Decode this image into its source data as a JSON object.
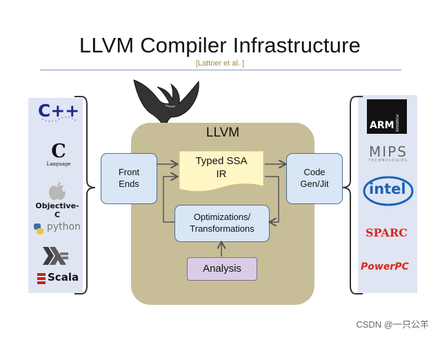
{
  "title": "LLVM Compiler Infrastructure",
  "citation": "[Lattner et al. ]",
  "llvm_label": "LLVM",
  "boxes": {
    "front_ends": [
      "Front",
      "Ends"
    ],
    "ir": [
      "Typed SSA",
      "IR"
    ],
    "code_gen": [
      "Code",
      "Gen/Jit"
    ],
    "optimizations": [
      "Optimizations/",
      "Transformations"
    ],
    "analysis": "Analysis"
  },
  "left_logos": {
    "cpp": "C++",
    "c_letter": "C",
    "c_caption": "Language",
    "objc_caption": "Objective-C",
    "python": "python",
    "scala": "Scala"
  },
  "right_logos": {
    "arm": "ARM",
    "arm_small": "POWERED",
    "mips": "MIPS",
    "mips_sub": "TECHNOLOGIES",
    "intel": "intel",
    "sparc": "SPARC",
    "powerpc": "PowerPC"
  },
  "watermark": "CSDN @一只公羊",
  "colors": {
    "llvm_area": "#c7bd97",
    "box_fill": "#d8e6f5",
    "ir_fill": "#fff6c6",
    "analysis_fill": "#d9cce6",
    "panel": "#dfe5f2"
  }
}
